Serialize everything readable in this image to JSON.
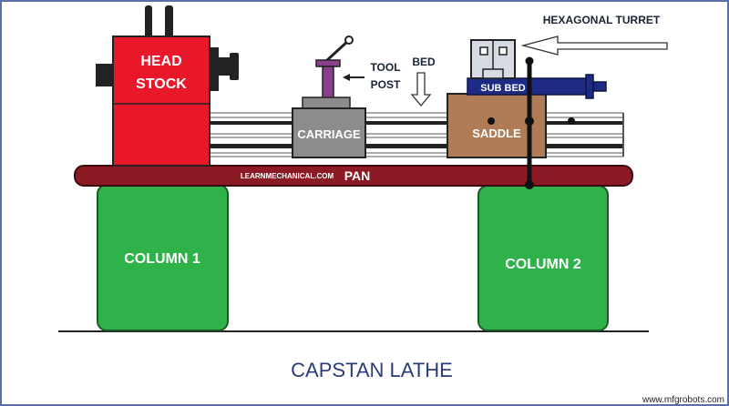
{
  "title": "CAPSTAN LATHE",
  "watermark": "www.mfgrobots.com",
  "labels": {
    "head_stock_line1": "HEAD",
    "head_stock_line2": "STOCK",
    "tool_post_line1": "TOOL",
    "tool_post_line2": "POST",
    "bed": "BED",
    "hexagonal_turret": "HEXAGONAL TURRET",
    "sub_bed": "SUB BED",
    "carriage": "CARRIAGE",
    "saddle": "SADDLE",
    "pan": "PAN",
    "pan_brand": "LEARNMECHANICAL.COM",
    "column1": "COLUMN 1",
    "column2": "COLUMN 2"
  },
  "colors": {
    "head_stock": "#e8182a",
    "column": "#2fb24a",
    "pan": "#8b1a24",
    "carriage": "#8c8c8c",
    "saddle": "#b07b57",
    "sub_bed": "#1d2a86",
    "tool_post": "#8a3f8c",
    "turret": "#d7dbe4",
    "title": "#2b3c78"
  }
}
